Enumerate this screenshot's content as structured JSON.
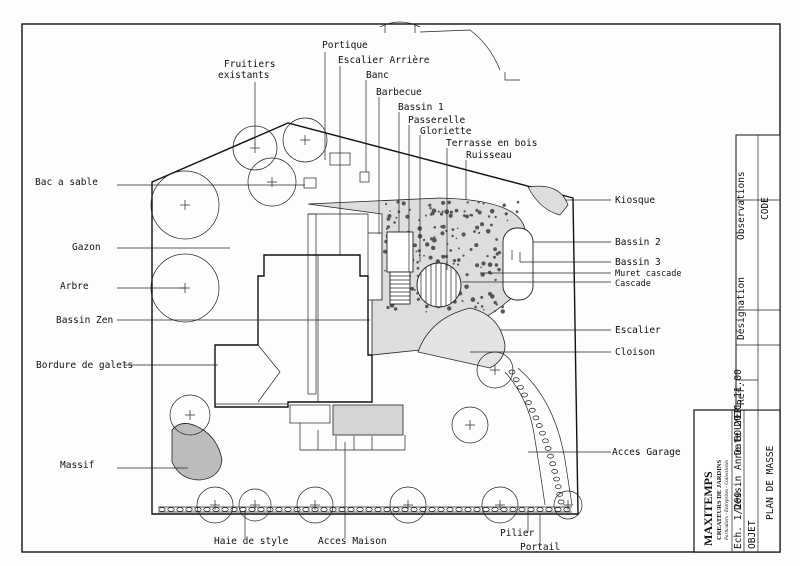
{
  "labels": {
    "portique": "Portique",
    "escalier_arriere": "Escalier Arrière",
    "banc": "Banc",
    "barbecue": "Barbecue",
    "bassin_1": "Bassin 1",
    "passerelle": "Passerelle",
    "gloriette": "Gloriette",
    "terrasse_en_bois": "Terrasse en bois",
    "ruisseau": "Ruisseau",
    "fruitiers_line1": "Fruitiers",
    "fruitiers_line2": "existants",
    "bac_a_sable": "Bac a sable",
    "kiosque": "Kiosque",
    "gazon": "Gazon",
    "bassin_2": "Bassin 2",
    "bassin_3": "Bassin 3",
    "muret_cascade": "Muret cascade",
    "cascade": "Cascade",
    "arbre": "Arbre",
    "bassin_zen": "Bassin Zen",
    "escalier": "Escalier",
    "cloison": "Cloison",
    "bordure_de_galets": "Bordure de galets",
    "acces_garage": "Acces Garage",
    "massif": "Massif",
    "haie_de_style": "Haie de style",
    "acces_maison": "Acces Maison",
    "pilier": "Pilier",
    "portail": "Portail"
  },
  "title_block": {
    "company": "MAXITEMPS",
    "subtitle": "CREATEURS DE JARDINS",
    "tagline": "Particuliers - Entreprises - Collectivités",
    "echelle": "Ech. 1/200",
    "dessin": "Dessin Anne BOUYER",
    "date": "Date 2011.11.00",
    "objet_label": "OBJET",
    "objet_value": "PLAN DE MASSE",
    "ref_label": "Ref.",
    "designation_label": "Désignation",
    "observations_label": "Observations",
    "code_label": "CODE"
  }
}
